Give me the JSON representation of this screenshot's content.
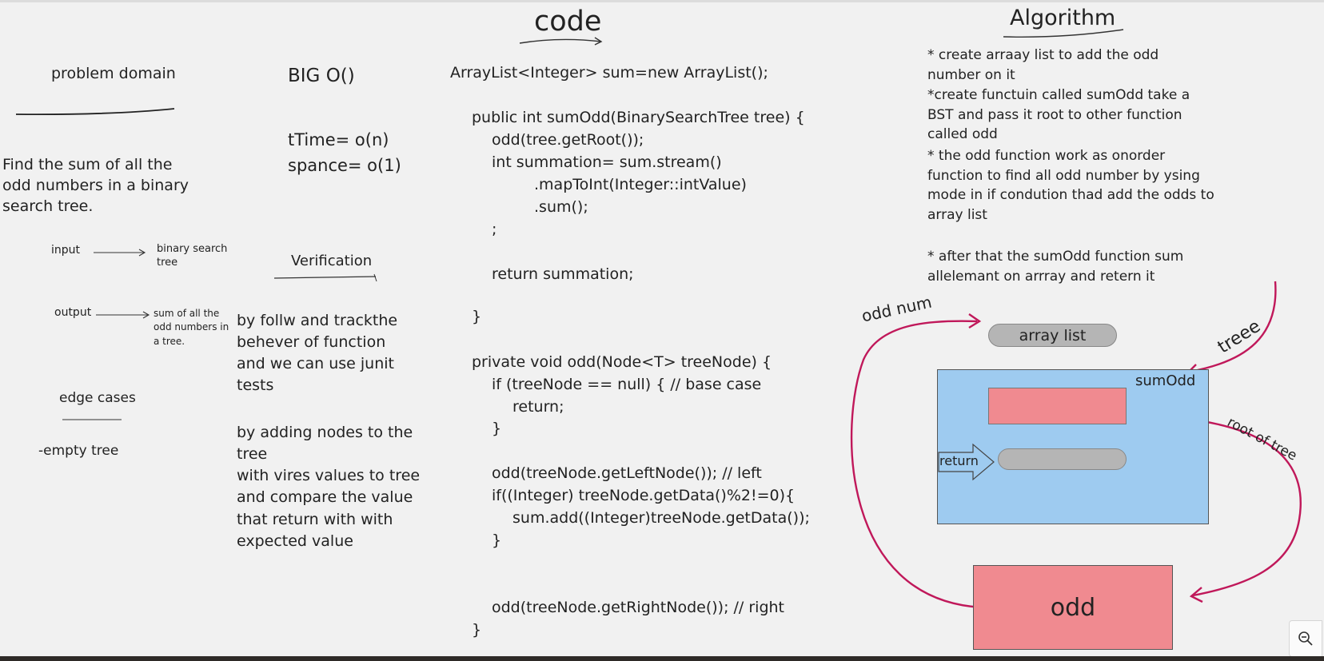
{
  "titles": {
    "code": "code",
    "algorithm": "Algorithm",
    "problem_domain": "problem domain",
    "big_o": "BIG O()",
    "verification": "Verification",
    "edge_cases": "edge cases"
  },
  "problem": {
    "description": "Find the sum of all the odd numbers in a binary search tree.",
    "input_label": "input",
    "input_value": "binary search tree",
    "output_label": "output",
    "output_value": "sum of all the odd numbers in a tree.",
    "edge_case": "-empty tree"
  },
  "big_o": {
    "time": "tTime= o(n)",
    "space": "spance= o(1)"
  },
  "verification": {
    "p1": "by follw and trackthe behever of function and we can use junit tests",
    "p2": "by adding nodes to the tree\n with vires values to tree and compare the value  that return with with expected  value"
  },
  "code_lines": [
    "ArrayList<Integer> sum=new ArrayList();",
    "public int sumOdd(BinarySearchTree tree) {",
    "odd(tree.getRoot());",
    "int summation= sum.stream()",
    ".mapToInt(Integer::intValue)",
    ".sum();",
    ";",
    "return summation;",
    "}",
    "private void odd(Node<T> treeNode) {",
    "if (treeNode == null) { // base case",
    "return;",
    "}",
    "odd(treeNode.getLeftNode()); // left",
    "if((Integer) treeNode.getData()%2!=0){",
    "sum.add((Integer)treeNode.getData());",
    "}",
    "odd(treeNode.getRightNode()); // right",
    "}"
  ],
  "algorithm": {
    "step1": "* create arraay list to add the odd number on it",
    "step2": "*create functuin called sumOdd take a BST and pass it root to other function called odd",
    "step3": "* the odd function work as onorder function to find all odd number by ysing mode in if condution  thad add the odds to array list",
    "step4": "* after that the sumOdd function sum allelemant on arrray and retern it"
  },
  "diagram": {
    "array_list": "array list",
    "sumodd": "sumOdd",
    "return": "return",
    "odd": "odd",
    "odd_num": "odd num",
    "treee": "treee",
    "root_of_tree": "root of tree"
  },
  "colors": {
    "blue_box": "#9ecbf0",
    "pink_box": "#f08a90",
    "grey_pill": "#b5b5b5",
    "arrow": "#c0185a",
    "background": "#f1f1f1"
  },
  "icons": {
    "zoom": "zoom-out-icon"
  }
}
